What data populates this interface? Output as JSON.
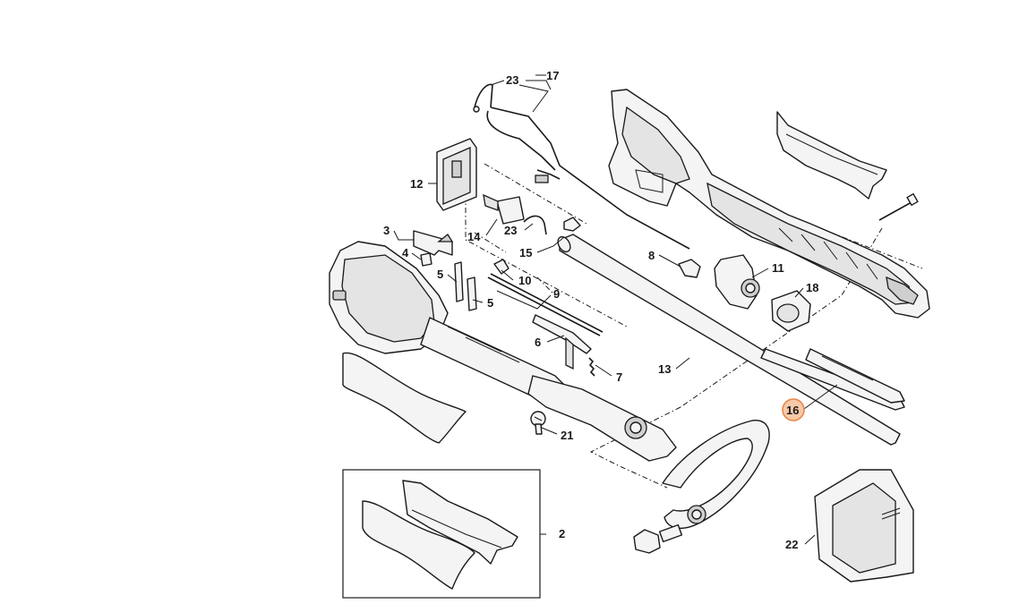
{
  "diagram": {
    "callouts": [
      "17",
      "23",
      "12",
      "23",
      "14",
      "15",
      "3",
      "4",
      "5",
      "5",
      "10",
      "9",
      "8",
      "11",
      "18",
      "6",
      "7",
      "13",
      "16",
      "21",
      "2",
      "22"
    ],
    "highlighted_callout": "16",
    "colors": {
      "line": "#1a1a1a",
      "highlight_fill": "#f7c9a8",
      "highlight_stroke": "#e8884a",
      "background": "#ffffff"
    }
  }
}
